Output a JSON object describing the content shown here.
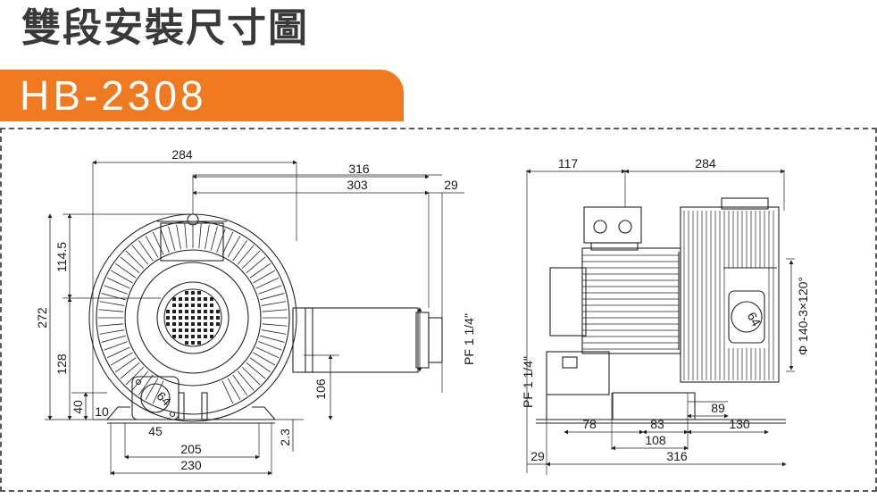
{
  "title": "雙段安裝尺寸圖",
  "model": "HB-2308",
  "front_view": {
    "dim_overall_width_top": "284",
    "dim_outlet_overall": "316",
    "dim_outlet_length": "303",
    "dim_outlet_offset": "29",
    "dim_total_height": "272",
    "dim_upper_height": "114.5",
    "dim_lower_height": "128",
    "dim_base_height": "40",
    "dim_base_edge": "10",
    "dim_flange_width": "45",
    "dim_bolt_spacing": "205",
    "dim_base_width": "230",
    "dim_outlet_height": "106",
    "dim_foot_thickness": "2.3",
    "flange_label": "64",
    "port_label": "PF 1 1/4\""
  },
  "side_view": {
    "dim_motor_box": "117",
    "dim_blower_length": "284",
    "dim_inlet_offset": "78",
    "dim_mount_span_1": "83",
    "dim_mount_span_2": "108",
    "dim_right_offset": "89",
    "dim_right_span": "130",
    "dim_left_offset": "29",
    "dim_total_length": "316",
    "flange_label": "64",
    "port_label": "PF 1 1/4\"",
    "bolt_circle_label": "Φ 140-3×120°"
  }
}
